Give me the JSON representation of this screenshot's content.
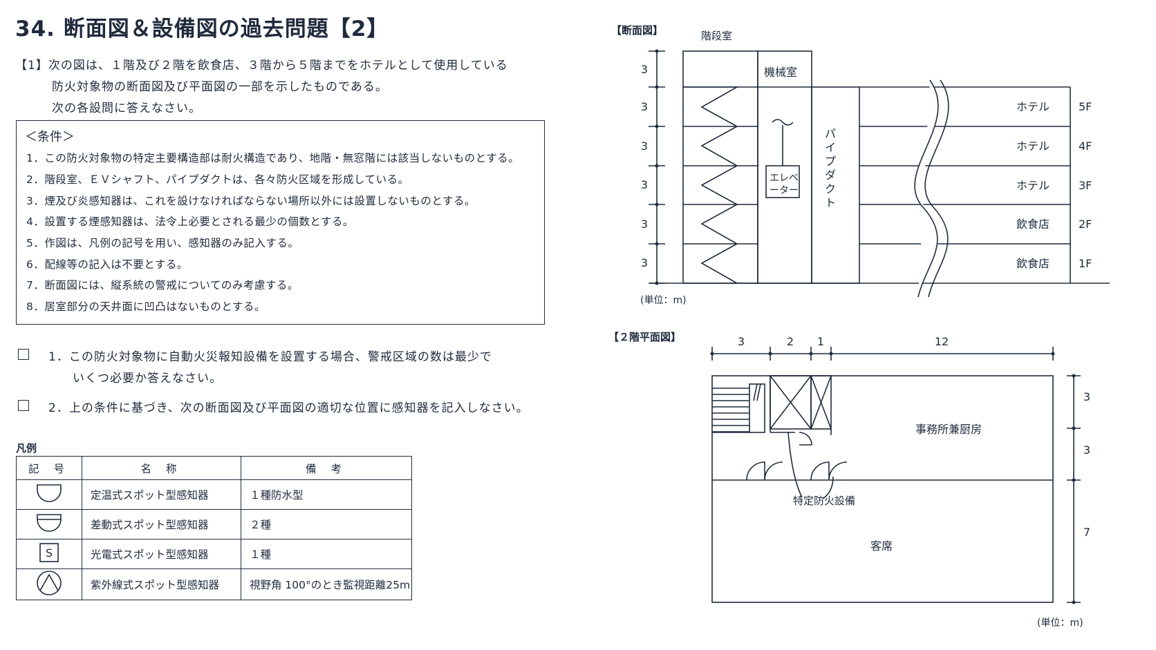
{
  "title": "34. 断面図＆設備図の過去問題【2】",
  "intro": [
    "【1】次の図は、１階及び２階を飲食店、３階から５階までをホテルとして使用している",
    "防火対象物の断面図及び平面図の一部を示したものである。",
    "次の各設問に答えなさい。"
  ],
  "conditions": {
    "title": "＜条件＞",
    "items": [
      "1．この防火対象物の特定主要構造部は耐火構造であり、地階・無窓階には該当しないものとする。",
      "2．階段室、ＥＶシャフト、パイプダクトは、各々防火区域を形成している。",
      "3．煙及び炎感知器は、これを設けなければならない場所以外には設置しないものとする。",
      "4．設置する煙感知器は、法令上必要とされる最少の個数とする。",
      "5．作図は、凡例の記号を用い、感知器のみ記入する。",
      "6．配線等の記入は不要とする。",
      "7．断面図には、縦系統の警戒についてのみ考慮する。",
      "8．居室部分の天井面に凹凸はないものとする。"
    ]
  },
  "questions": [
    {
      "line1": "1．この防火対象物に自動火災報知設備を設置する場合、警戒区域の数は最少で",
      "line2": "いくつ必要か答えなさい。"
    },
    {
      "line1": "2．上の条件に基づき、次の断面図及び平面図の適切な位置に感知器を記入しなさい。"
    }
  ],
  "legend": {
    "label": "凡例",
    "headers": [
      "記 号",
      "名 称",
      "備 考"
    ],
    "rows": [
      {
        "symbol": "fixed-temp-spot-detector-icon",
        "name": "定温式スポット型感知器",
        "note": "１種防水型"
      },
      {
        "symbol": "rate-of-rise-spot-detector-icon",
        "name": "差動式スポット型感知器",
        "note": "２種"
      },
      {
        "symbol": "photoelectric-spot-detector-icon",
        "symbol_text": "S",
        "name": "光電式スポット型感知器",
        "note": "１種"
      },
      {
        "symbol": "uv-flame-detector-icon",
        "name": "紫外線式スポット型感知器",
        "note": "視野角 100°のとき監視距離25m"
      }
    ]
  },
  "section": {
    "label": "【断面図】",
    "stair_room": "階段室",
    "machine_room": "機械室",
    "elevator": [
      "エレベ",
      "ーター"
    ],
    "pipe_duct": [
      "パ",
      "イ",
      "プ",
      "ダ",
      "ク",
      "ト"
    ],
    "dims": [
      "3",
      "3",
      "3",
      "3",
      "3",
      "3"
    ],
    "floors": [
      {
        "use": "ホテル",
        "floor": "5F"
      },
      {
        "use": "ホテル",
        "floor": "4F"
      },
      {
        "use": "ホテル",
        "floor": "3F"
      },
      {
        "use": "飲食店",
        "floor": "2F"
      },
      {
        "use": "飲食店",
        "floor": "1F"
      }
    ],
    "unit": "(単位：m)"
  },
  "plan": {
    "label": "【２階平面図】",
    "top_dims": [
      "3",
      "2",
      "1",
      "12"
    ],
    "right_dims": [
      "3",
      "3",
      "7"
    ],
    "office_kitchen": "事務所兼厨房",
    "special_equipment": "特定防火設備",
    "seating": "客席",
    "unit": "(単位：m)"
  }
}
